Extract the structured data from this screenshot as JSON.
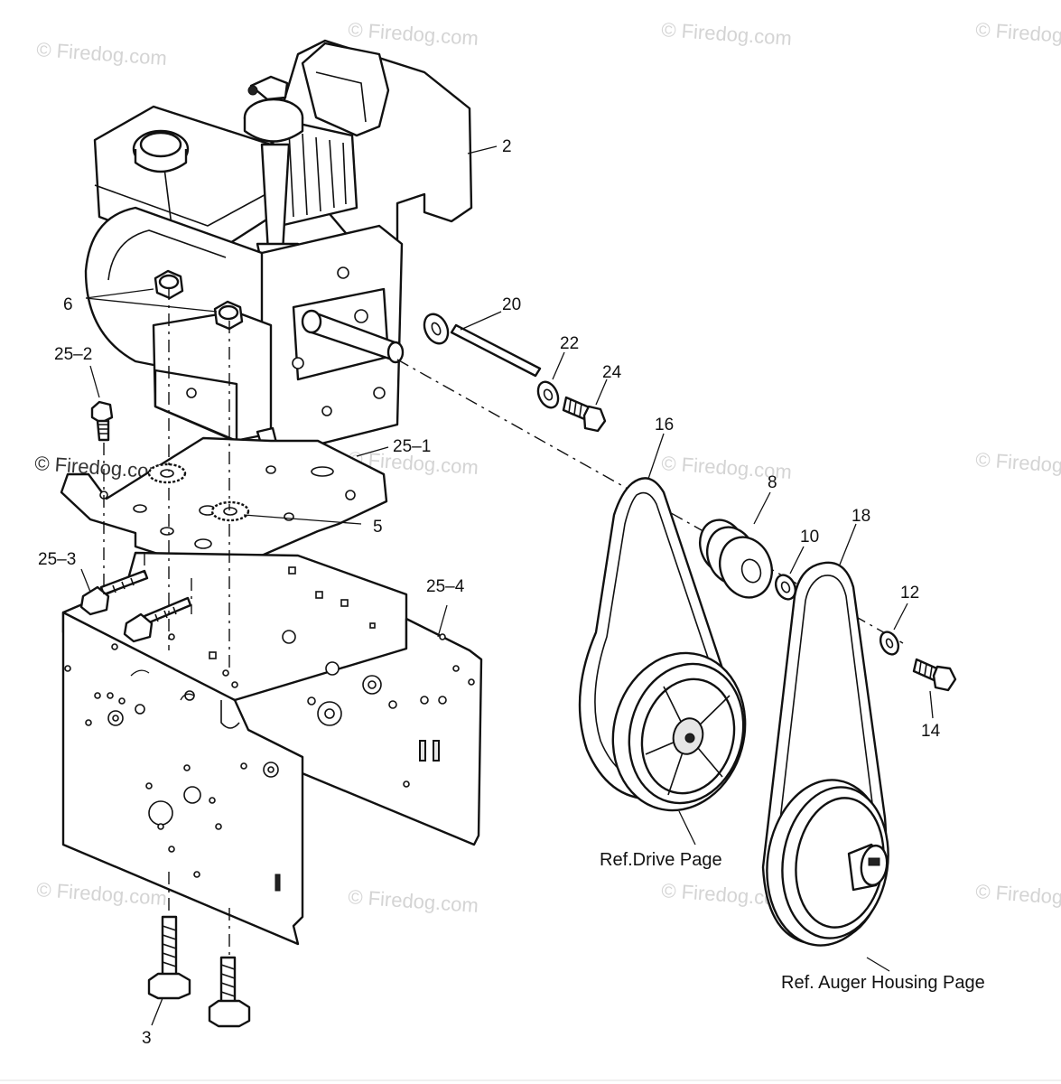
{
  "watermark": "© Firedog.com",
  "labels": {
    "l_2": "2",
    "l_6": "6",
    "l_20": "20",
    "l_22": "22",
    "l_24": "24",
    "l_25_2": "25–2",
    "l_25_1": "25–1",
    "l_5": "5",
    "l_16": "16",
    "l_8": "8",
    "l_18": "18",
    "l_10": "10",
    "l_12": "12",
    "l_14": "14",
    "l_25_3": "25–3",
    "l_25_4": "25–4",
    "l_3": "3"
  },
  "refs": {
    "drive": "Ref.Drive Page",
    "auger": "Ref. Auger Housing Page"
  }
}
